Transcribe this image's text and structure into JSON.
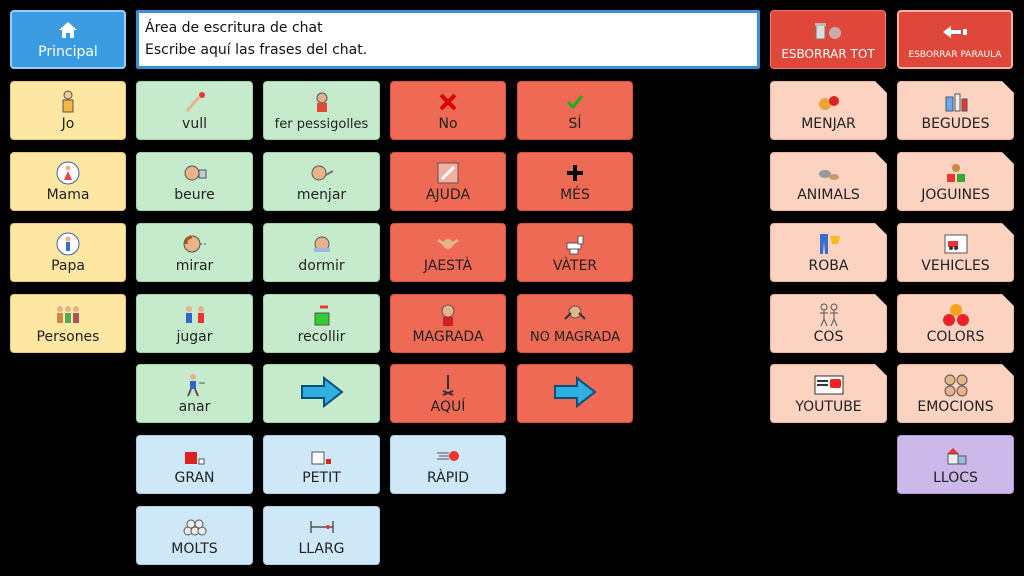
{
  "header": {
    "home_label": "Principal",
    "chat_line1": "Área de escritura de chat",
    "chat_line2": "Escribe aquí las frases del chat.",
    "erase_all_label": "ESBORRAR TOT",
    "erase_word_label": "ESBORRAR PARAULA"
  },
  "people": [
    {
      "label": "Jo"
    },
    {
      "label": "Mama"
    },
    {
      "label": "Papa"
    },
    {
      "label": "Persones"
    }
  ],
  "verbs": [
    {
      "label": "vull"
    },
    {
      "label": "fer pessigolles"
    },
    {
      "label": "beure"
    },
    {
      "label": "menjar"
    },
    {
      "label": "mirar"
    },
    {
      "label": "dormir"
    },
    {
      "label": "jugar"
    },
    {
      "label": "recollir"
    },
    {
      "label": "anar"
    }
  ],
  "responses": [
    {
      "label": "No"
    },
    {
      "label": "SÍ"
    },
    {
      "label": "AJUDA"
    },
    {
      "label": "MÉS"
    },
    {
      "label": "JAESTÀ"
    },
    {
      "label": "VÀTER"
    },
    {
      "label": "MAGRADA"
    },
    {
      "label": "NO MAGRADA"
    },
    {
      "label": "AQUÍ"
    }
  ],
  "adjectives": [
    {
      "label": "GRAN"
    },
    {
      "label": "PETIT"
    },
    {
      "label": "RÀPID"
    },
    {
      "label": "MOLTS"
    },
    {
      "label": "LLARG"
    }
  ],
  "categories": [
    {
      "label": "MENJAR"
    },
    {
      "label": "BEGUDES"
    },
    {
      "label": "ANIMALS"
    },
    {
      "label": "JOGUINES"
    },
    {
      "label": "ROBA"
    },
    {
      "label": "VEHICLES"
    },
    {
      "label": "COS"
    },
    {
      "label": "COLORS"
    },
    {
      "label": "YOUTUBE"
    },
    {
      "label": "EMOCIONS"
    },
    {
      "label": "LLOCS"
    }
  ],
  "colors": {
    "home": "#3a9be0",
    "people": "#fde7a3",
    "verbs": "#c6ebcc",
    "responses": "#ee6a55",
    "adjectives": "#cfe8f8",
    "categories": "#fbd3c0",
    "places": "#cdb8ea",
    "erase": "#e0473b",
    "arrow": "#2fb0e0"
  }
}
